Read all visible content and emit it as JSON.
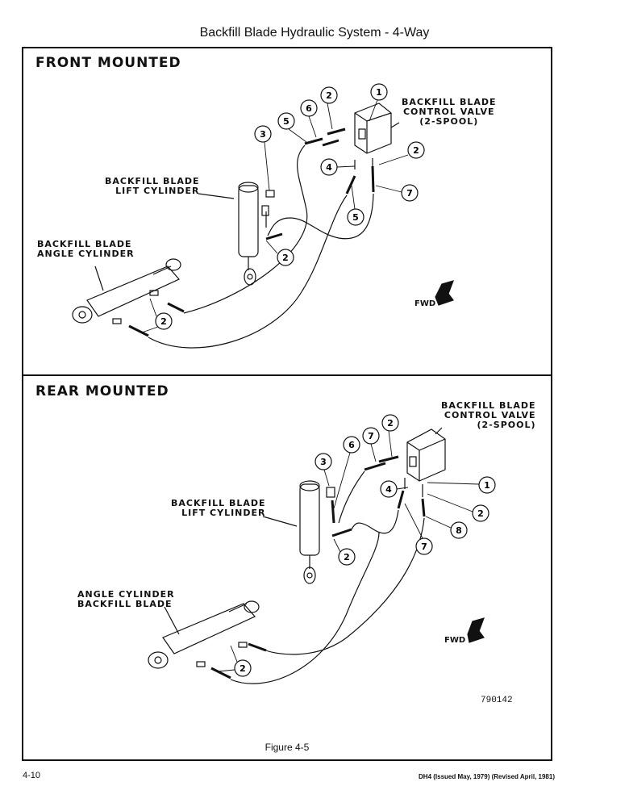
{
  "page_title": "Backfill Blade Hydraulic System - 4-Way",
  "front": {
    "title": "FRONT MOUNTED",
    "control_valve_label": "BACKFILL BLADE\nCONTROL VALVE\n(2-SPOOL)",
    "lift_cylinder_label": "BACKFILL BLADE\nLIFT CYLINDER",
    "angle_cylinder_label": "BACKFILL BLADE\nANGLE CYLINDER",
    "fwd": "FWD",
    "callouts": [
      "1",
      "2",
      "6",
      "5",
      "3",
      "2",
      "4",
      "7",
      "5",
      "2",
      "2"
    ]
  },
  "rear": {
    "title": "REAR MOUNTED",
    "control_valve_label": "BACKFILL BLADE\nCONTROL VALVE\n(2-SPOOL)",
    "lift_cylinder_label": "BACKFILL BLADE\nLIFT CYLINDER",
    "angle_cylinder_label": "ANGLE CYLINDER\nBACKFILL BLADE",
    "fwd": "FWD",
    "drawing_number": "790142",
    "callouts": [
      "2",
      "7",
      "6",
      "3",
      "4",
      "1",
      "2",
      "8",
      "7",
      "2",
      "2"
    ]
  },
  "figure_caption": "Figure 4-5",
  "footer": {
    "page_number": "4-10",
    "doc_info": "DH4 (Issued May, 1979) (Revised April, 1981)"
  }
}
